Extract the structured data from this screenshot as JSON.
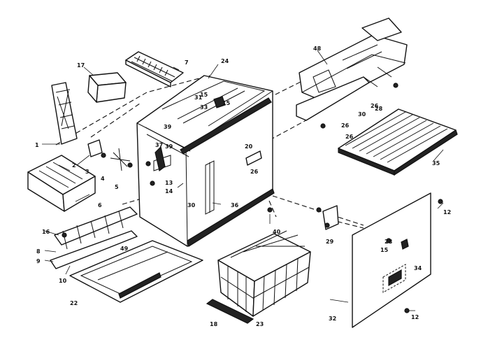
{
  "callouts": {
    "c1": "1",
    "c2": "2",
    "c3": "3",
    "c4": "4",
    "c5": "5",
    "c6": "6",
    "c7": "7",
    "c8": "8",
    "c9": "9",
    "c10": "10",
    "c12a": "12",
    "c12b": "12",
    "c13": "13",
    "c14": "14",
    "c15a": "15",
    "c15b": "15",
    "c15c": "15",
    "c16": "16",
    "c17": "17",
    "c18": "18",
    "c20": "20",
    "c22": "22",
    "c23": "23",
    "c24": "24",
    "c26a": "26",
    "c26b": "26",
    "c26c": "26",
    "c26d": "26",
    "c28a": "28",
    "c28b": "28",
    "c29": "29",
    "c30a": "30",
    "c30b": "30",
    "c31": "31",
    "c32": "32",
    "c33": "33",
    "c34": "34",
    "c35": "35",
    "c36": "36",
    "c37": "37",
    "c39a": "39",
    "c39b": "39",
    "c40": "40",
    "c48": "48",
    "c49": "49"
  },
  "colors": {
    "ink": "#111111",
    "paper": "#ffffff"
  }
}
